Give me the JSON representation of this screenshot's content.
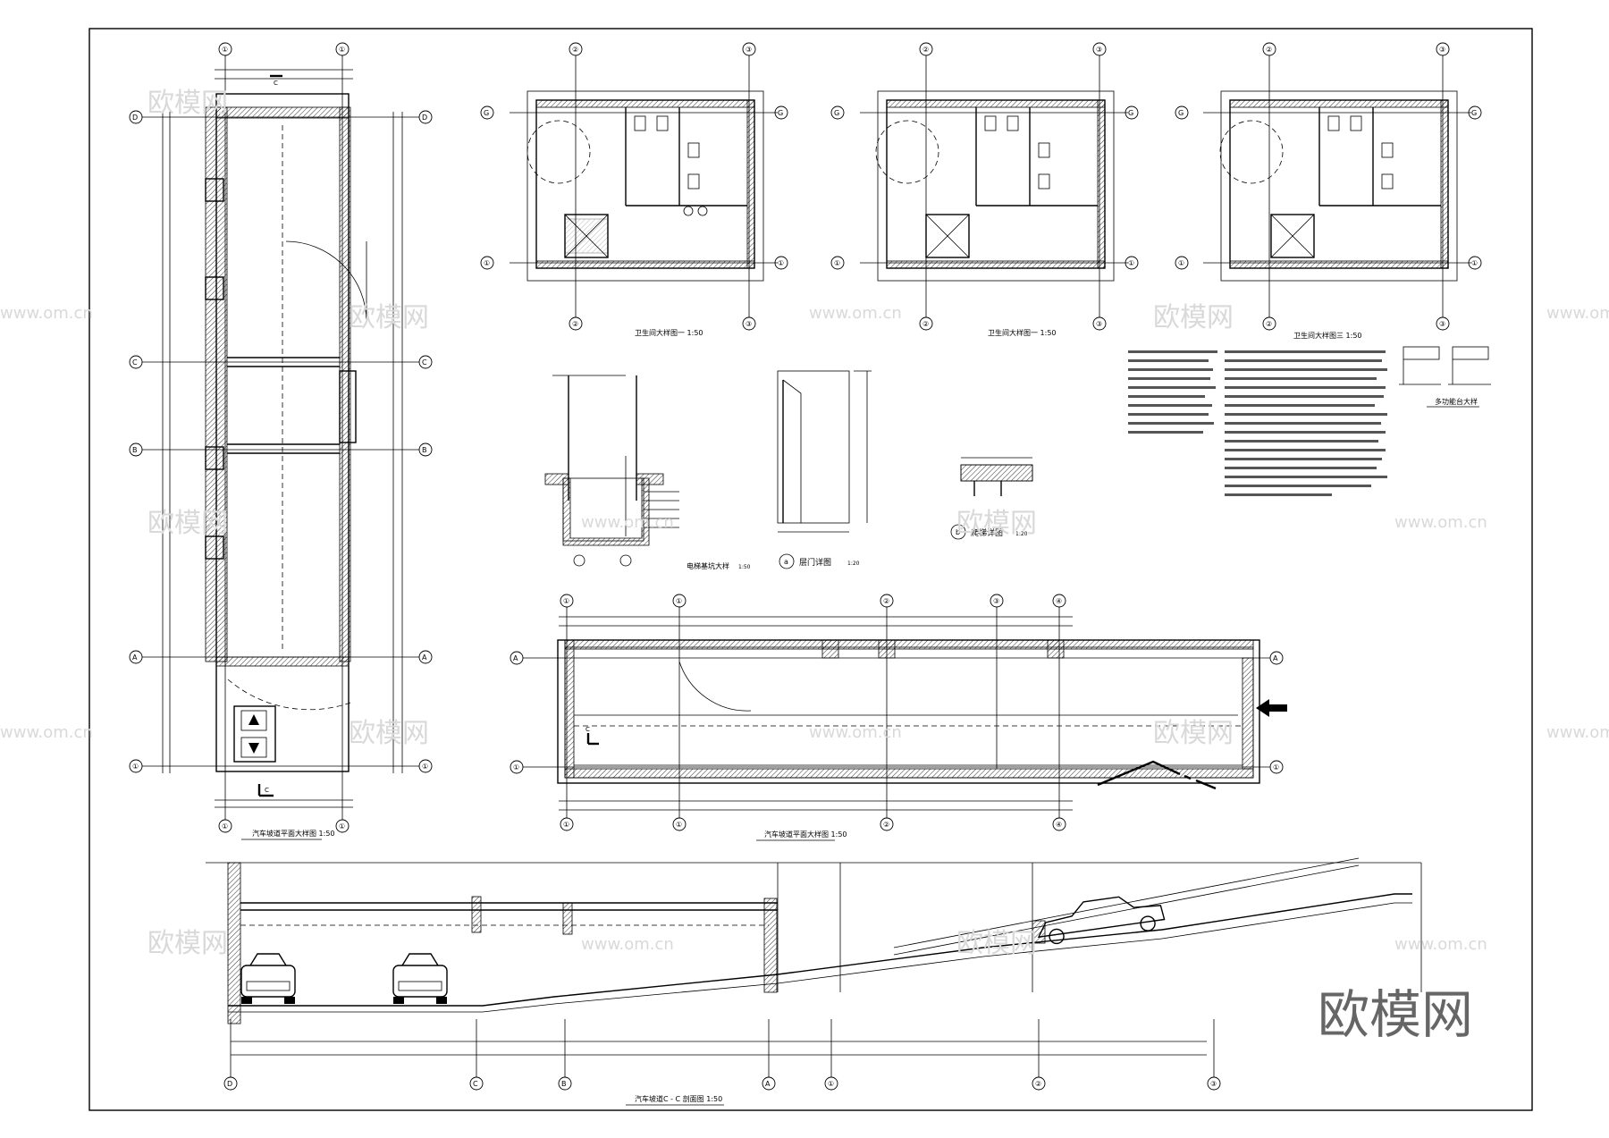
{
  "watermarks": {
    "logo_text": "欧模网",
    "site": "www.om.cn",
    "corner_logo": "欧模网"
  },
  "titles": {
    "ramp_plan_left": "汽车坡道平面大样图 1:50",
    "ramp_plan_center": "汽车坡道平面大样图 1:50",
    "ramp_section": "汽车坡道C - C 剖面图 1:50",
    "toilet_1": "卫生间大样图一 1:50",
    "toilet_2": "卫生间大样图一 1:50",
    "toilet_3": "卫生间大样图三 1:50",
    "elevator_pit": "电梯基坑大样",
    "elevator_pit_scale": "1:50",
    "door_detail": "层门详图",
    "door_detail_scale": "1:20",
    "ladder_detail": "爬梯详图",
    "ladder_detail_scale": "1:20",
    "multi_table": "多功能台大样"
  },
  "detail_markers": {
    "door": "a",
    "ladder": "b"
  },
  "grid_labels": {
    "left_plan_top": [
      "①",
      "①"
    ],
    "left_plan_rows": [
      "D",
      "C",
      "B",
      "A",
      "①"
    ],
    "toilet_cols": [
      "②",
      "③"
    ],
    "toilet_rows": [
      "G",
      "①"
    ],
    "ramp_plan_cols": [
      "①",
      "①",
      "②",
      "③",
      "④"
    ],
    "ramp_plan_rows": [
      "A",
      "①"
    ],
    "section_cols": [
      "D",
      "C",
      "B",
      "A",
      "①",
      "②",
      "③"
    ]
  },
  "section_marks": {
    "c": "C"
  }
}
